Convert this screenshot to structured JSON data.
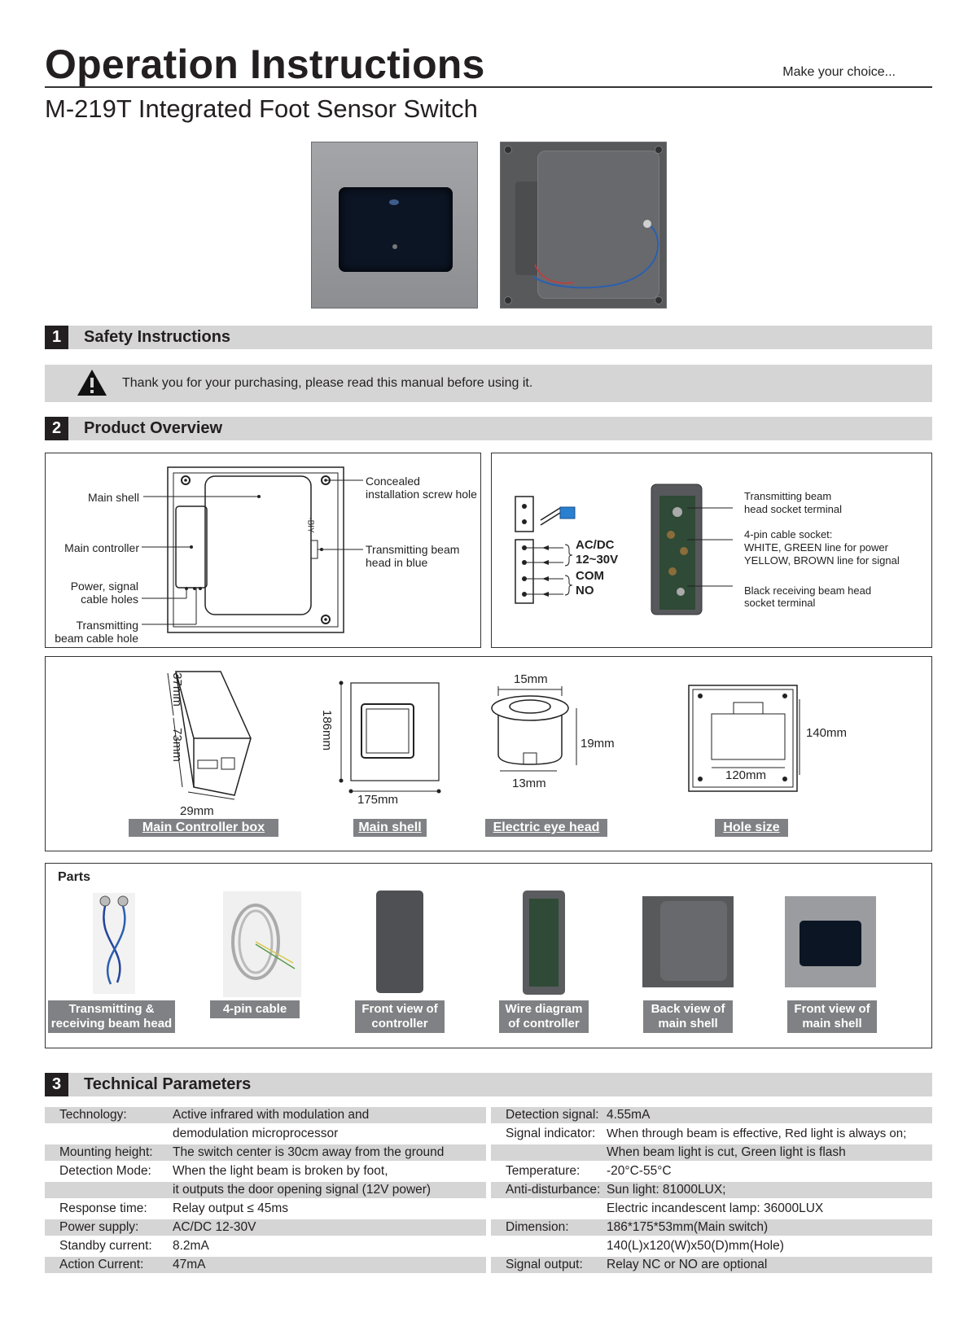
{
  "header": {
    "title": "Operation Instructions",
    "tagline": "Make  your choice...",
    "subtitle": "M-219T Integrated Foot Sensor Switch"
  },
  "sections": {
    "s1": {
      "num": "1",
      "title": "Safety Instructions"
    },
    "s2": {
      "num": "2",
      "title": "Product Overview"
    },
    "s3": {
      "num": "3",
      "title": "Technical Parameters"
    }
  },
  "safety": {
    "note": "Thank you for your purchasing, please read this manual before using it."
  },
  "overview": {
    "left_labels": {
      "main_shell": "Main shell",
      "main_controller": "Main controller",
      "cable_holes_1": "Power, signal",
      "cable_holes_2": "cable holes",
      "beam_hole_1": "Transmitting",
      "beam_hole_2": "beam cable hole",
      "screw_hole_1": "Concealed",
      "screw_hole_2": "installation screw hole",
      "beam_head_1": "Transmitting beam",
      "beam_head_2": "head in blue",
      "shell_mark": "·BIY"
    },
    "right_labels": {
      "acdc": "AC/DC",
      "voltage": "12~30V",
      "com": "COM",
      "no": "NO",
      "tx_1": "Transmitting beam",
      "tx_2": "head socket terminal",
      "pin_1": "4-pin cable socket:",
      "pin_2": "WHITE, GREEN line for power",
      "pin_3": "YELLOW, BROWN line for signal",
      "rx_1": "Black receiving beam head",
      "rx_2": "socket terminal"
    }
  },
  "dimensions": {
    "controller": {
      "d1": "37mm",
      "d2": "73mm",
      "d3": "29mm",
      "caption": "Main Controller box"
    },
    "shell": {
      "h": "186mm",
      "w": "175mm",
      "caption": "Main shell"
    },
    "eye": {
      "top": "15mm",
      "h": "19mm",
      "bottom": "13mm",
      "caption": "Electric eye head"
    },
    "hole": {
      "h": "140mm",
      "w": "120mm",
      "caption": "Hole size"
    }
  },
  "parts": {
    "title": "Parts",
    "items": [
      {
        "line1": "Transmitting &",
        "line2": "receiving beam head"
      },
      {
        "line1": "4-pin cable",
        "line2": ""
      },
      {
        "line1": "Front view of",
        "line2": "controller"
      },
      {
        "line1": "Wire diagram",
        "line2": "of controller"
      },
      {
        "line1": "Back view of",
        "line2": "main shell"
      },
      {
        "line1": "Front view of",
        "line2": "main shell"
      }
    ]
  },
  "tech": {
    "left": [
      {
        "k": "Technology:",
        "v": "Active infrared with modulation and"
      },
      {
        "k": "",
        "v": "demodulation microprocessor"
      },
      {
        "k": "Mounting height:",
        "v": "The switch center is 30cm away from the ground"
      },
      {
        "k": "Detection Mode:",
        "v": "When the light beam is broken by foot,"
      },
      {
        "k": "",
        "v": "it outputs the door opening signal (12V power)"
      },
      {
        "k": "Response time:",
        "v": "Relay output ≤ 45ms"
      },
      {
        "k": "Power supply:",
        "v": "AC/DC 12-30V"
      },
      {
        "k": "Standby current:",
        "v": "8.2mA"
      },
      {
        "k": "Action Current:",
        "v": "47mA"
      }
    ],
    "right": [
      {
        "k": "Detection signal:",
        "v": "4.55mA"
      },
      {
        "k": "Signal indicator:",
        "v": "When through beam is effective, Red light is always on;"
      },
      {
        "k": "",
        "v": "When beam light is cut, Green light is flash"
      },
      {
        "k": "Temperature:",
        "v": "-20°C-55°C"
      },
      {
        "k": "Anti-disturbance:",
        "v": "Sun light: 81000LUX;"
      },
      {
        "k": "",
        "v": "Electric incandescent lamp: 36000LUX"
      },
      {
        "k": "Dimension:",
        "v": "186*175*53mm(Main switch)"
      },
      {
        "k": "",
        "v": "140(L)x120(W)x50(D)mm(Hole)"
      },
      {
        "k": "Signal output:",
        "v": "Relay NC or NO are optional"
      }
    ]
  }
}
